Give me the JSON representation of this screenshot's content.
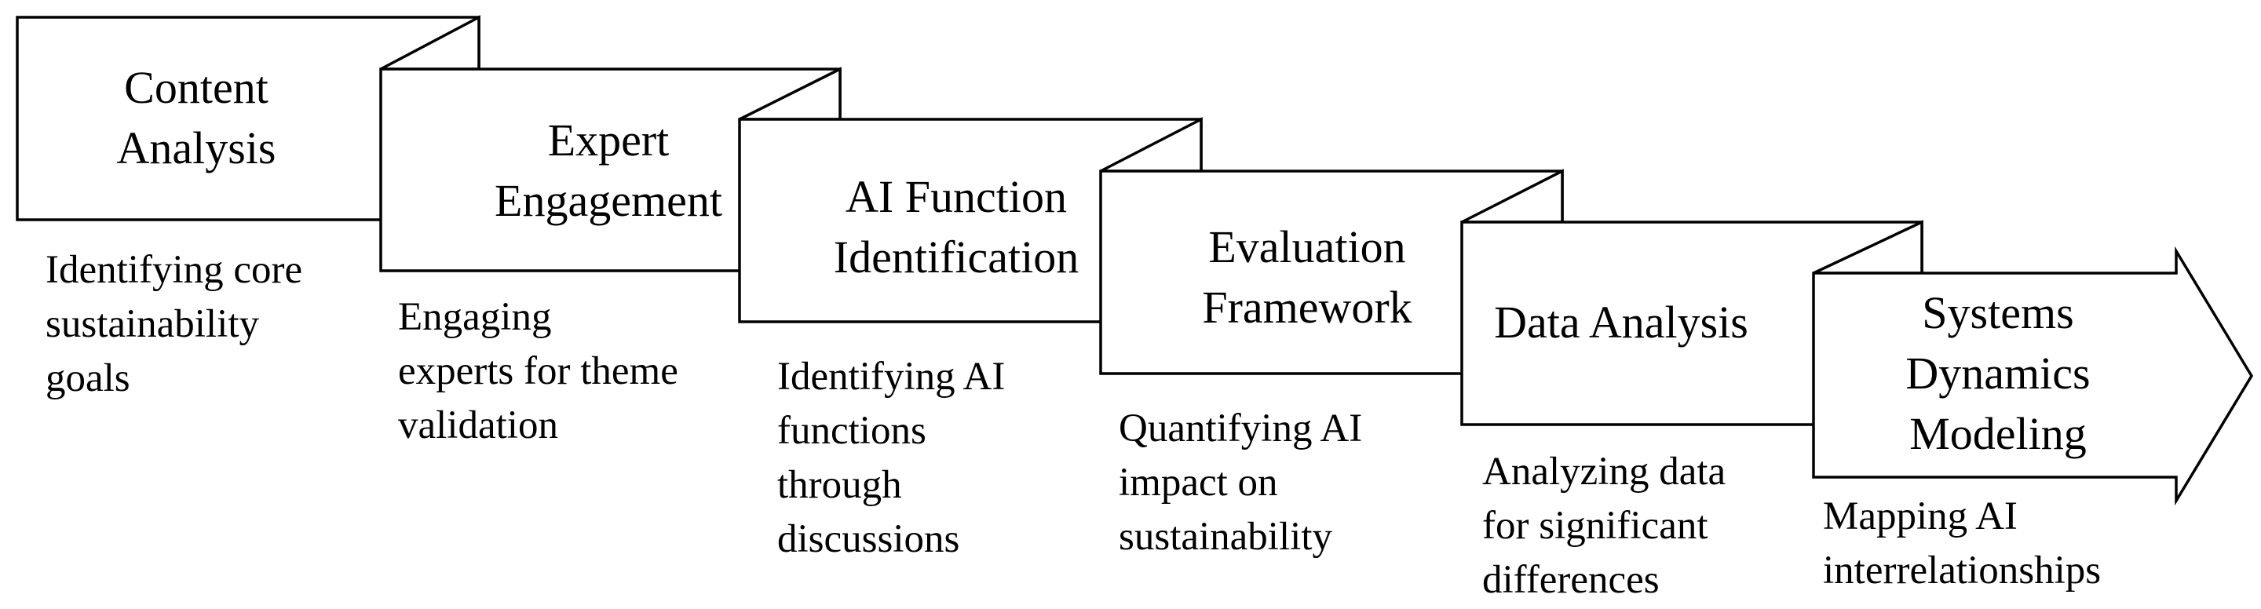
{
  "steps": [
    {
      "title": "Content\nAnalysis",
      "description": "Identifying core\nsustainability\ngoals"
    },
    {
      "title": "Expert\nEngagement",
      "description": "Engaging\nexperts for theme\nvalidation"
    },
    {
      "title": "AI Function\nIdentification",
      "description": "Identifying AI\nfunctions\nthrough\ndiscussions"
    },
    {
      "title": "Evaluation\nFramework",
      "description": "Quantifying AI\nimpact on\nsustainability"
    },
    {
      "title": "Data Analysis",
      "description": "Analyzing data\nfor significant\ndifferences"
    },
    {
      "title": "Systems\nDynamics\nModeling",
      "description": "Mapping AI\ninterrelationships"
    }
  ]
}
